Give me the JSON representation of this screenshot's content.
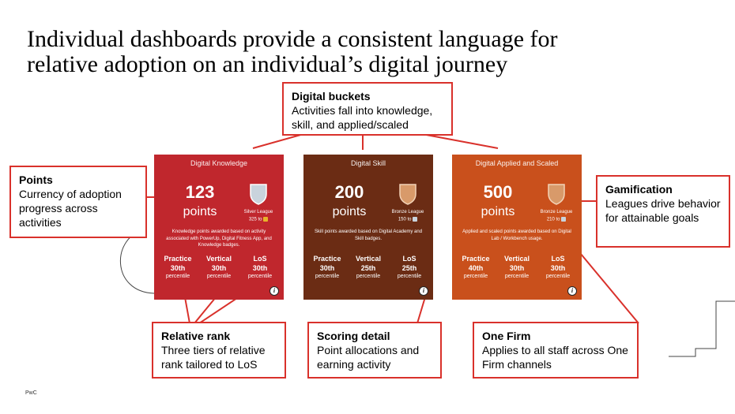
{
  "slide": {
    "title_line1": "Individual dashboards provide a consistent language for",
    "title_line2": "relative adoption on an individual’s digital journey",
    "footer": "PwC"
  },
  "colors": {
    "accent": "#d9312b",
    "knowledge": "#c0272d",
    "skill": "#6b2c14",
    "applied": "#c9501c"
  },
  "callouts": {
    "buckets": {
      "title": "Digital buckets",
      "body": "Activities fall into knowledge, skill, and applied/scaled"
    },
    "points": {
      "title": "Points",
      "body": "Currency of adoption progress across activities"
    },
    "gamification": {
      "title": "Gamification",
      "body": "Leagues drive behavior for attainable goals"
    },
    "rank": {
      "title": "Relative rank",
      "body": "Three tiers of relative rank tailored to LoS"
    },
    "scoring": {
      "title": "Scoring detail",
      "body": "Point allocations and earning activity"
    },
    "onefirm": {
      "title": "One Firm",
      "body": "Applies to all staff across One Firm channels"
    }
  },
  "cards": [
    {
      "title": "Digital Knowledge",
      "points": "123",
      "points_label": "points",
      "league": "Silver League",
      "league_points": "325 to",
      "shield_icon": "silver-shield-icon",
      "description": "Knowledge points awarded based on activity associated with PowerUp, Digital Fitness App, and Knowledge badges.",
      "ranks": [
        {
          "label": "Practice",
          "value": "30th",
          "unit": "percentile"
        },
        {
          "label": "Vertical",
          "value": "30th",
          "unit": "percentile"
        },
        {
          "label": "LoS",
          "value": "30th",
          "unit": "percentile"
        }
      ]
    },
    {
      "title": "Digital Skill",
      "points": "200",
      "points_label": "points",
      "league": "Bronze League",
      "league_points": "150 to",
      "shield_icon": "bronze-shield-icon",
      "description": "Skill points awarded based on Digital Academy and Skill badges.",
      "ranks": [
        {
          "label": "Practice",
          "value": "30th",
          "unit": "percentile"
        },
        {
          "label": "Vertical",
          "value": "25th",
          "unit": "percentile"
        },
        {
          "label": "LoS",
          "value": "25th",
          "unit": "percentile"
        }
      ]
    },
    {
      "title": "Digital Applied and Scaled",
      "points": "500",
      "points_label": "points",
      "league": "Bronze League",
      "league_points": "210 to",
      "shield_icon": "bronze-shield-icon",
      "description": "Applied and scaled points awarded based on Digital Lab / Workbench usage.",
      "ranks": [
        {
          "label": "Practice",
          "value": "40th",
          "unit": "percentile"
        },
        {
          "label": "Vertical",
          "value": "30th",
          "unit": "percentile"
        },
        {
          "label": "LoS",
          "value": "30th",
          "unit": "percentile"
        }
      ]
    }
  ]
}
